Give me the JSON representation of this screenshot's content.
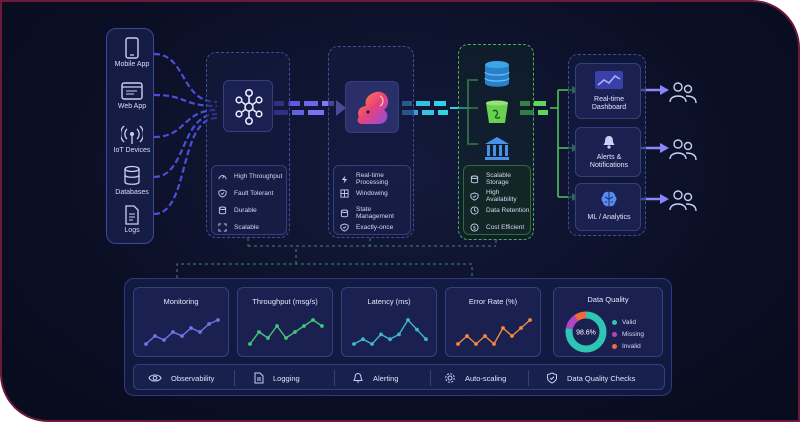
{
  "sources": {
    "items": [
      {
        "label": "Mobile App",
        "icon": "mobile-phone-icon"
      },
      {
        "label": "Web App",
        "icon": "web-browser-icon"
      },
      {
        "label": "IoT Devices",
        "icon": "antenna-icon"
      },
      {
        "label": "Databases",
        "icon": "database-icon"
      },
      {
        "label": "Logs",
        "icon": "document-icon"
      }
    ]
  },
  "ingest": {
    "icon": "stream-nodes-icon",
    "features": [
      "High Throughput",
      "Fault Tolerant",
      "Durable",
      "Scalable"
    ]
  },
  "processing": {
    "icon": "squirrel-logo-icon",
    "features": [
      "Real-time Processing",
      "Windowing",
      "State Management",
      "Exactly-once"
    ]
  },
  "storage": {
    "icons": [
      "database-icon",
      "bucket-icon",
      "warehouse-icon"
    ],
    "features": [
      "Scalable Storage",
      "High Availability",
      "Data Retention",
      "Cost Efficient"
    ]
  },
  "outputs": [
    {
      "label": "Real-time\nDashboard",
      "icon": "dashboard-chart-icon"
    },
    {
      "label": "Alerts &\nNotifications",
      "icon": "bell-icon"
    },
    {
      "label": "ML / Analytics",
      "icon": "brain-icon"
    }
  ],
  "monitoring": {
    "metrics": [
      {
        "title": "Monitoring",
        "color": "#6f72e8",
        "values": [
          3,
          5,
          4,
          6,
          5,
          7,
          6,
          8,
          9
        ]
      },
      {
        "title": "Throughput (msg/s)",
        "color": "#45c27a",
        "values": [
          4,
          6,
          5,
          7,
          5,
          6,
          7,
          8,
          7
        ]
      },
      {
        "title": "Latency (ms)",
        "color": "#3fb5cf",
        "values": [
          4,
          5,
          4,
          6,
          5,
          6,
          9,
          7,
          5
        ]
      },
      {
        "title": "Error Rate (%)",
        "color": "#ef8a3e",
        "values": [
          4,
          5,
          4,
          5,
          4,
          6,
          5,
          6,
          7
        ]
      }
    ],
    "quality": {
      "title": "Data Quality",
      "center_label": "98.6%",
      "slices": [
        {
          "name": "Valid",
          "value": 98.6,
          "color": "#2ec5b5"
        },
        {
          "name": "Missing",
          "value": 1.0,
          "color": "#b245c4"
        },
        {
          "name": "Invalid",
          "value": 0.4,
          "color": "#ef6a3e"
        }
      ],
      "ring_colors": [
        "#2ec5b5",
        "#b245c4",
        "#ef6a3e"
      ]
    },
    "toolbar": [
      {
        "label": "Observability",
        "icon": "eye-icon"
      },
      {
        "label": "Logging",
        "icon": "file-icon"
      },
      {
        "label": "Alerting",
        "icon": "bell-icon"
      },
      {
        "label": "Auto-scaling",
        "icon": "gear-icon"
      },
      {
        "label": "Data Quality Checks",
        "icon": "shield-check-icon"
      }
    ]
  },
  "colors": {
    "accent": "#6f72e8",
    "stream_purple": "#6b5cf0",
    "stream_cyan": "#2fb4d8",
    "stream_green": "#4cc35a",
    "storage_border": "#46b34f"
  }
}
